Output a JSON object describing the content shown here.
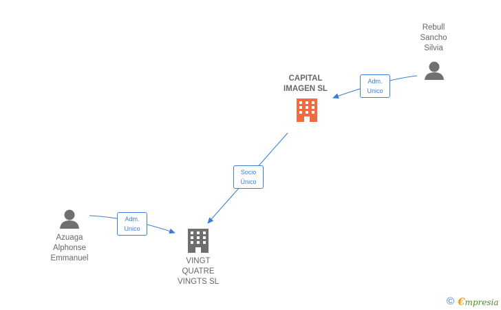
{
  "nodes": {
    "capital_imagen": {
      "lines": [
        "CAPITAL",
        "IMAGEN  SL"
      ],
      "icon": "building-icon",
      "color": "#f26a3f"
    },
    "vingt_quatre": {
      "lines": [
        "VINGT",
        "QUATRE",
        "VINGTS  SL"
      ],
      "icon": "building-icon",
      "color": "#6f6f6f"
    },
    "rebull": {
      "lines": [
        "Rebull",
        "Sancho",
        "Silvia"
      ],
      "icon": "person-icon",
      "color": "#707070"
    },
    "azuaga": {
      "lines": [
        "Azuaga",
        "Alphonse",
        "Emmanuel"
      ],
      "icon": "person-icon",
      "color": "#707070"
    }
  },
  "edges": {
    "rebull_capital": [
      "Adm.",
      "Unico"
    ],
    "capital_vingt": [
      "Socio",
      "Único"
    ],
    "azuaga_vingt": [
      "Adm.",
      "Unico"
    ]
  },
  "footer": {
    "copyright": "©",
    "brand_initial": "€",
    "brand_rest": "mpresia"
  },
  "colors": {
    "edge": "#3a7fd5",
    "label": "#666666"
  }
}
